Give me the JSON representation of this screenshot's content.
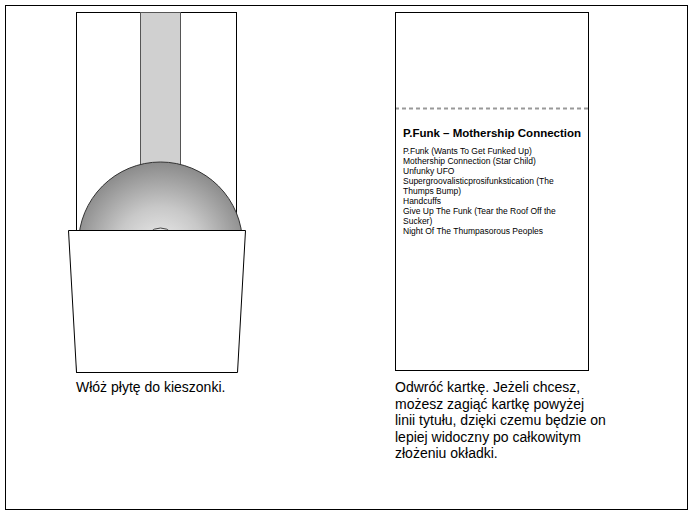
{
  "diagram": {
    "nodes": [
      {
        "text": [
          "P.Funk – Mothership Connection",
          "P.Funk (Wants To Get Funked Up)",
          "Mothership Connection (Star Child)",
          "Unfunky UFO",
          "Supergroovalisticprosifunkstication (The Thumps Bump)",
          "Handcuffs",
          "Give Up The Funk (Tear the Roof Off the Sucker)",
          "Night Of The Thumpasorous Peoples"
        ]
      }
    ],
    "labels": [
      "Włóż płytę do kieszonki.",
      "Odwróć kartkę. Jeżeli chcesz, możesz zagiąć kartkę powyżej linii tytułu, dzięki czemu będzie on lepiej widoczny po całkowitym złożeniu okładki."
    ]
  }
}
